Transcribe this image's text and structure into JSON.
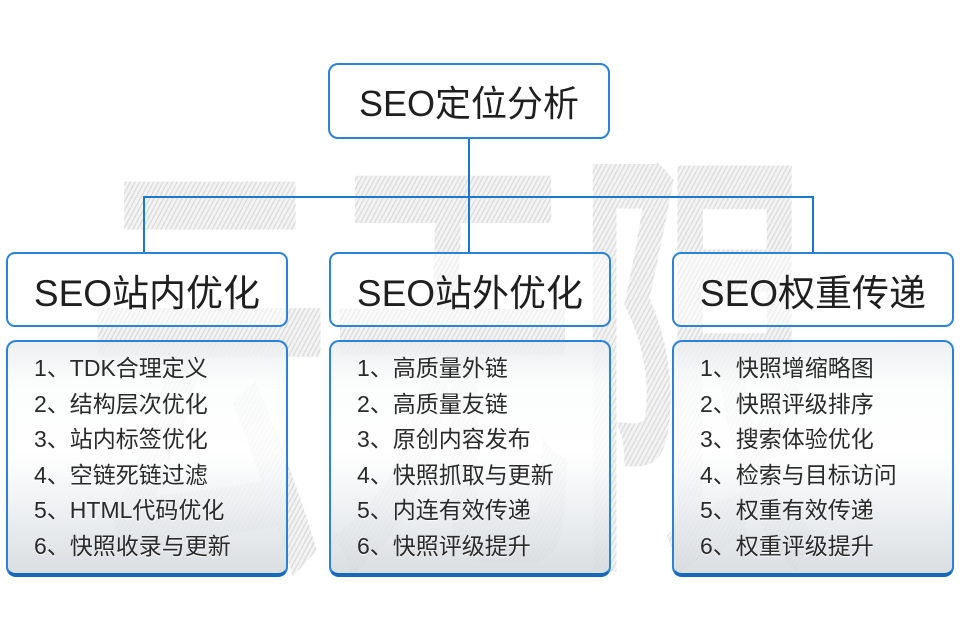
{
  "diagram": {
    "root": {
      "label": "SEO定位分析"
    },
    "branches": [
      {
        "header": "SEO站内优化",
        "items": [
          "1、TDK合理定义",
          "2、结构层次优化",
          "3、站内标签优化",
          "4、空链死链过滤",
          "5、HTML代码优化",
          "6、快照收录与更新"
        ]
      },
      {
        "header": "SEO站外优化",
        "items": [
          "1、高质量外链",
          "2、高质量友链",
          "3、原创内容发布",
          "4、快照抓取与更新",
          "5、内连有效传递",
          "6、快照评级提升"
        ]
      },
      {
        "header": "SEO权重传递",
        "items": [
          "1、快照增缩略图",
          "2、快照评级排序",
          "3、搜索体验优化",
          "4、检索与目标访问",
          "5、权重有效传递",
          "6、权重评级提升"
        ]
      }
    ]
  },
  "watermark": {
    "text": "云无限"
  },
  "colors": {
    "connector_blue": "#1b78cc",
    "box_border_blue": "#2b82d9",
    "list_bottom_accent": "#1668b8",
    "text_dark": "#1f1f1f",
    "watermark_gray": "#e7e7e7"
  }
}
